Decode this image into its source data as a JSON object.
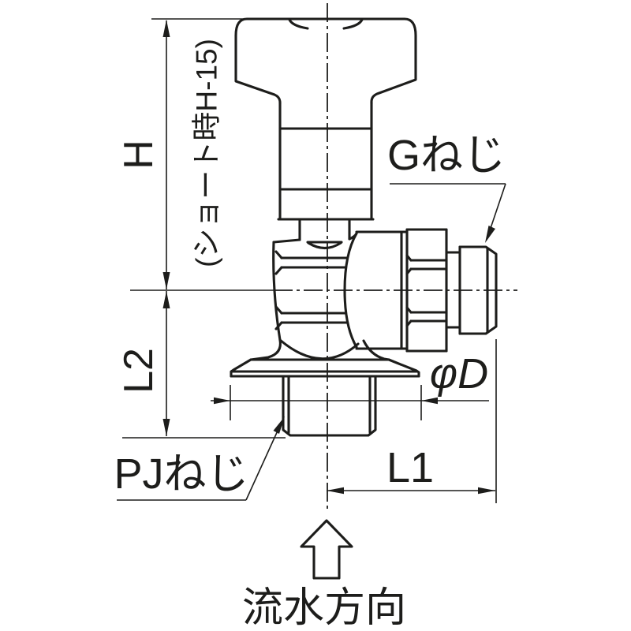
{
  "diagram": {
    "kind": "valve-dimension-drawing",
    "background_color": "#ffffff",
    "line_color": "#1d1d1b",
    "labels": {
      "dim_h": "H",
      "dim_h_note": "(ショート時H-15)",
      "dim_l2": "L2",
      "dim_l1": "L1",
      "dim_phi_d": "φD",
      "g_thread": "Gねじ",
      "pj_thread": "PJねじ",
      "flow_direction": "流水方向"
    }
  }
}
